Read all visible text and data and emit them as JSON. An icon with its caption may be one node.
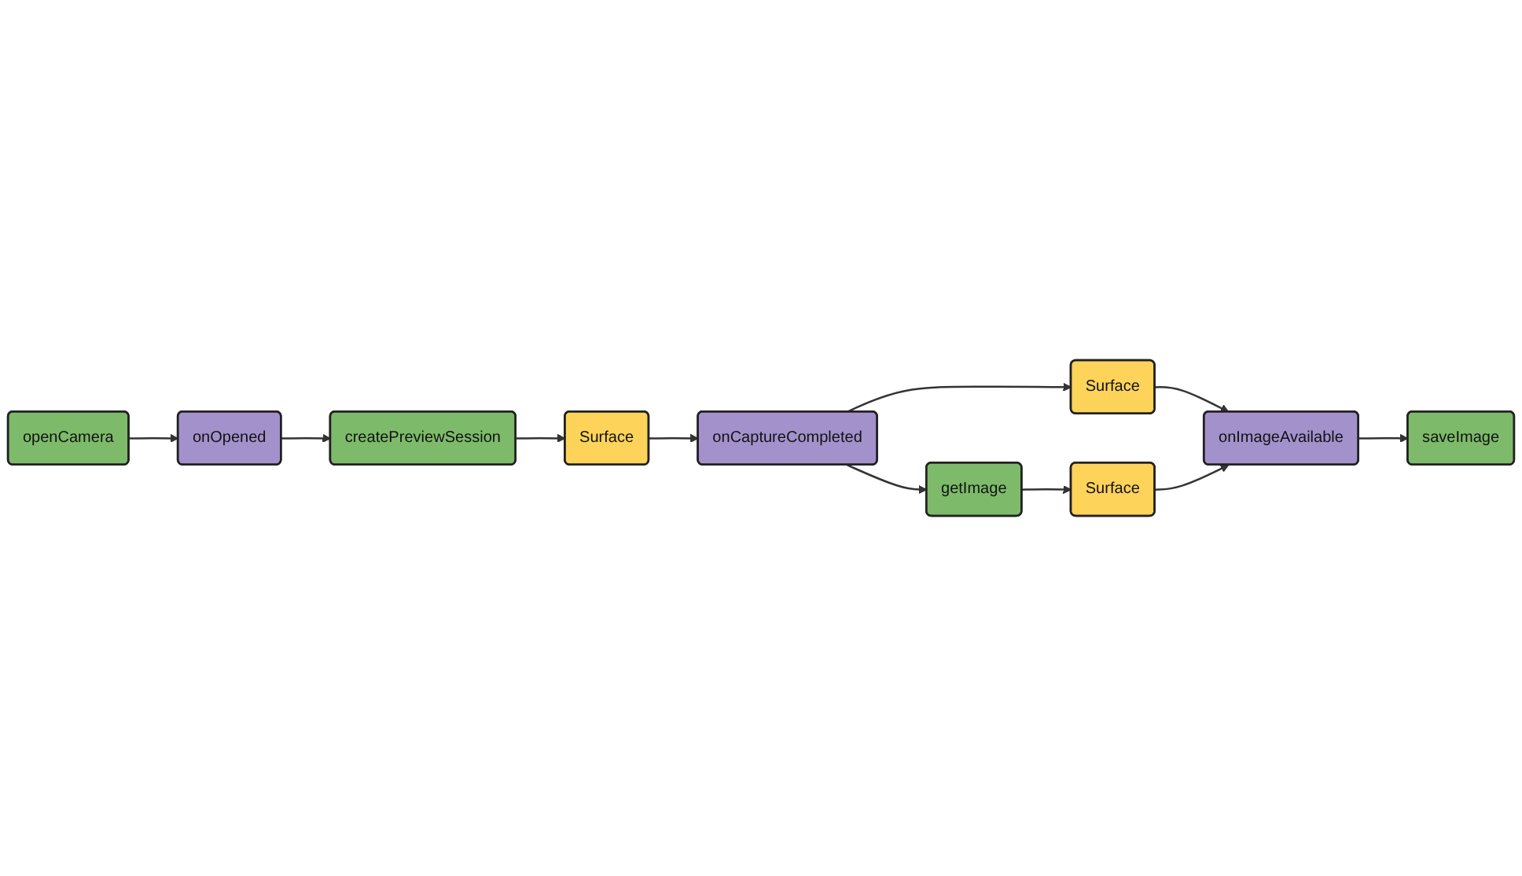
{
  "diagram": {
    "nodes": [
      {
        "text": [
          "openCamera"
        ]
      },
      {
        "text": [
          "onOpened"
        ]
      },
      {
        "text": [
          "createPreviewSession"
        ]
      },
      {
        "text": [
          "Surface"
        ]
      },
      {
        "text": [
          "saveImage"
        ]
      },
      {
        "text": [
          "onCaptureCompleted"
        ]
      },
      {
        "text": [
          "Surface"
        ]
      },
      {
        "text": [
          "onImageAvailable"
        ]
      },
      {
        "text": [
          "getImage"
        ]
      },
      {
        "text": [
          "Surface"
        ]
      }
    ],
    "edges": [
      {
        "from": 0,
        "to": 1,
        "arrow": "to"
      },
      {
        "from": 1,
        "to": 2,
        "arrow": "to"
      },
      {
        "from": 2,
        "to": 3,
        "arrow": "to"
      },
      {
        "from": 3,
        "to": 5,
        "arrow": "to"
      },
      {
        "from": 5,
        "to": 6,
        "arrow": "to"
      },
      {
        "from": 6,
        "to": 7,
        "arrow": "to"
      },
      {
        "from": 7,
        "to": 4,
        "arrow": "to"
      },
      {
        "from": 5,
        "to": 8,
        "arrow": "to"
      },
      {
        "from": 8,
        "to": 9,
        "arrow": "to"
      },
      {
        "from": 9,
        "to": 7,
        "arrow": "to"
      }
    ]
  }
}
